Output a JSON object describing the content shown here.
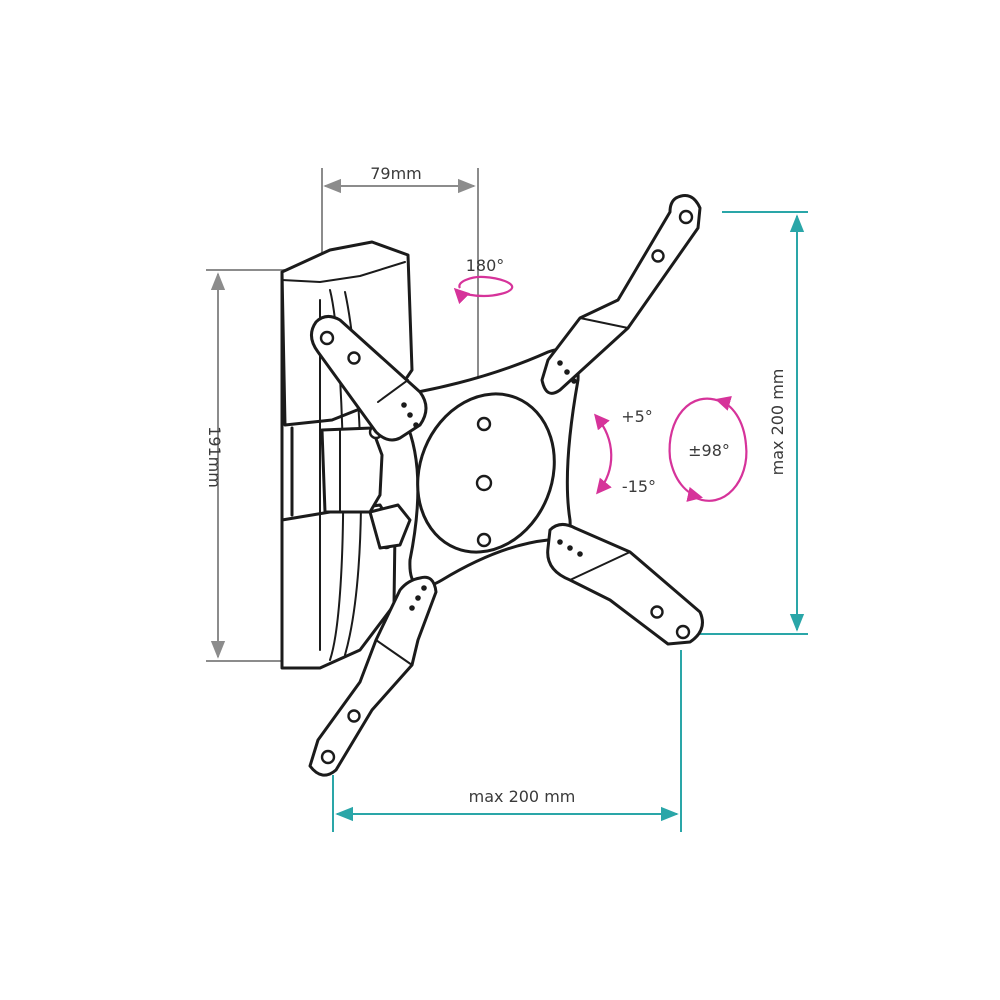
{
  "dimensions": {
    "depth": "79mm",
    "height": "191mm",
    "vesa_vertical": "max 200 mm",
    "vesa_horizontal": "max 200 mm"
  },
  "rotation": {
    "swivel": "180°",
    "tilt_up": "+5°",
    "tilt_down": "-15°",
    "rotate": "±98°"
  },
  "colors": {
    "dimension_gray": "#8c8c8c",
    "dimension_teal": "#2aa6a8",
    "arrow_magenta": "#d6339a",
    "line_ink": "#1b1b1b"
  }
}
